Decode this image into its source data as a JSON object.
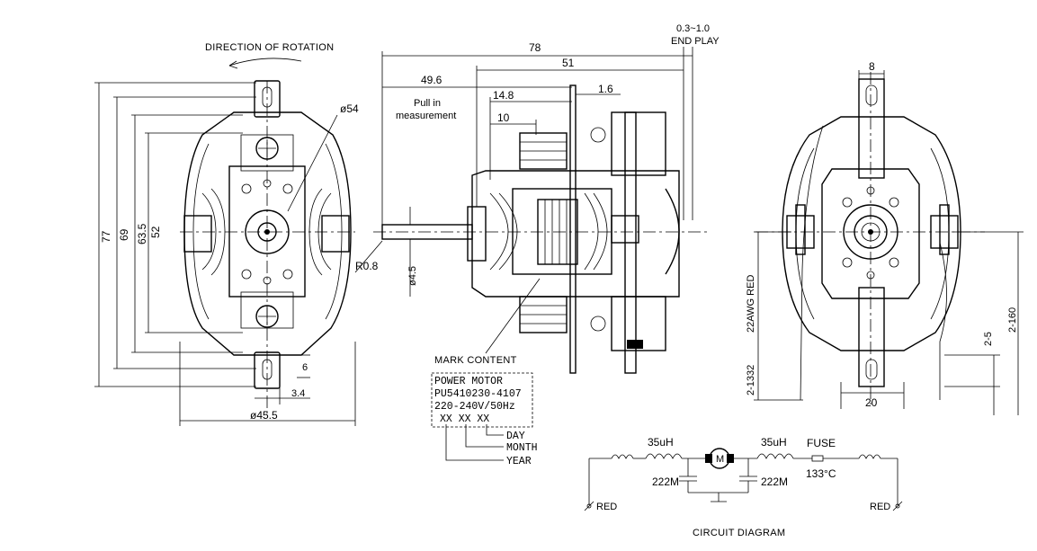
{
  "front_view": {
    "rotation_label": "DIRECTION OF ROTATION",
    "dims": {
      "overall_height": "77",
      "height_69": "69",
      "height_63_5": "63.5",
      "height_52": "52",
      "diameter_54": "ø54",
      "radius": "R0.8",
      "bottom_width": "ø45.5",
      "offset_3_4": "3.4",
      "offset_6": "6"
    }
  },
  "side_view": {
    "dims": {
      "length_78": "78",
      "length_51": "51",
      "end_play": "0.3~1.0",
      "end_play_label": "END PLAY",
      "length_49_6": "49.6",
      "pull_line1": "Pull in",
      "pull_line2": "measurement",
      "length_14_8": "14.8",
      "length_1_6": "1.6",
      "length_10": "10",
      "shaft_dia": "ø4.5"
    },
    "mark": {
      "heading": "MARK CONTENT",
      "line1": "POWER MOTOR",
      "line2": "PU5410230-4107",
      "line3": "220-240V/50Hz",
      "line4": "XX XX XX",
      "day": "DAY",
      "month": "MONTH",
      "year": "YEAR"
    }
  },
  "rear_view": {
    "dims": {
      "top_width": "8",
      "bottom_width": "20",
      "wire_label": "22AWG RED",
      "wire_length": "2-1332",
      "strip_short": "2-5",
      "strip_long": "2-160"
    }
  },
  "circuit": {
    "title": "CIRCUIT DIAGRAM",
    "inductor_left": "35uH",
    "inductor_right": "35uH",
    "fuse": "FUSE",
    "fuse_temp": "133°C",
    "cap_left": "222M",
    "cap_right": "222M",
    "motor": "M",
    "lead_left": "RED",
    "lead_right": "RED"
  }
}
